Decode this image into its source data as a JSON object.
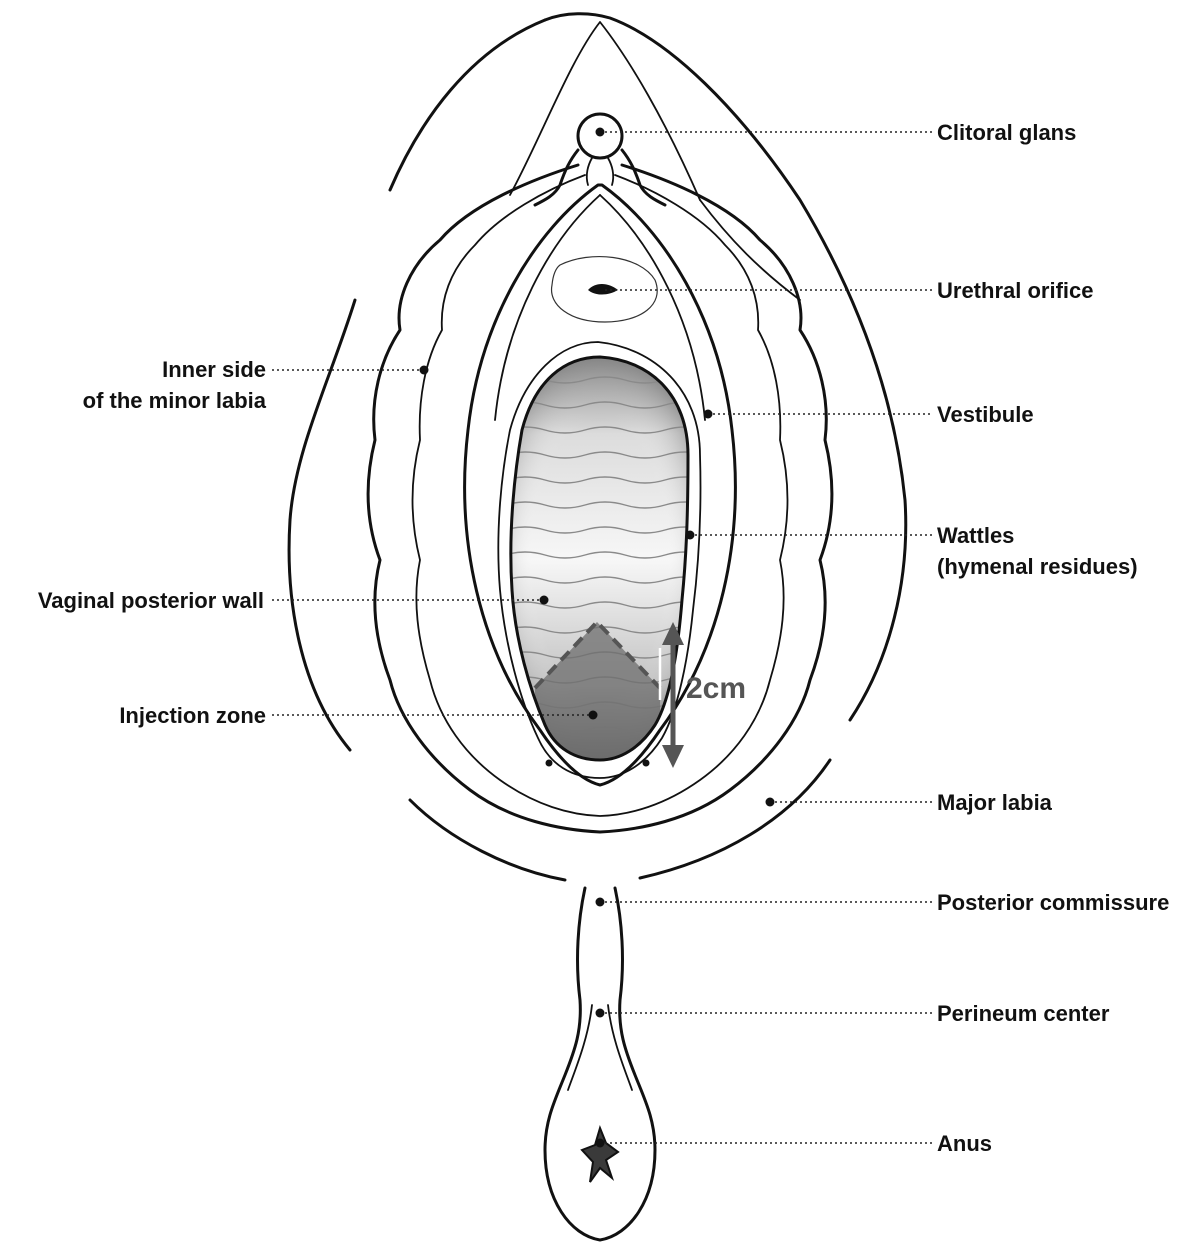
{
  "labels": {
    "clitoral_glans": "Clitoral glans",
    "urethral_orifice": "Urethral orifice",
    "inner_side_line1": "Inner side",
    "inner_side_line2": "of the minor labia",
    "vestibule": "Vestibule",
    "wattles_line1": "Wattles",
    "wattles_line2": "(hymenal residues)",
    "vaginal_posterior_wall": "Vaginal posterior wall",
    "injection_zone": "Injection zone",
    "major_labia": "Major labia",
    "posterior_commissure": "Posterior commissure",
    "perineum_center": "Perineum center",
    "anus": "Anus"
  },
  "measurement": {
    "value": "2cm"
  },
  "colors": {
    "line": "#111111",
    "arrow": "#555555",
    "injection_zone_fill": "#6e6e6e"
  }
}
